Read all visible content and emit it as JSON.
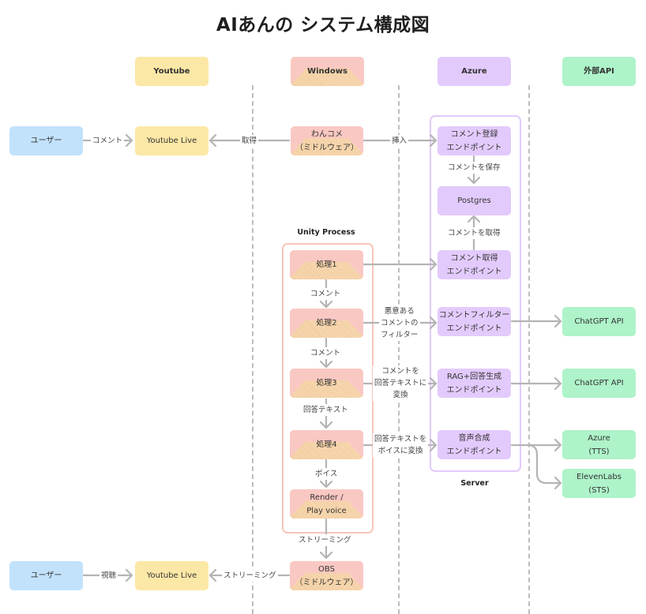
{
  "title": "AIあんの システム構成図",
  "columns": {
    "youtube": "Youtube",
    "windows": "Windows",
    "azure": "Azure",
    "external": "外部API"
  },
  "nodes": {
    "user_top": "ユーザー",
    "youtube_live_top": "Youtube Live",
    "wancome": "わんコメ\n（ミドルウェア）",
    "comment_register": "コメント登録\nエンドポイント",
    "postgres": "Postgres",
    "comment_fetch": "コメント取得\nエンドポイント",
    "comment_filter": "コメントフィルター\nエンドポイント",
    "rag_answer": "RAG+回答生成\nエンドポイント",
    "voice_synth": "音声合成\nエンドポイント",
    "process1": "処理1",
    "process2": "処理2",
    "process3": "処理3",
    "process4": "処理4",
    "render": "Render /\nPlay voice",
    "obs": "OBS\n（ミドルウェア）",
    "chatgpt_1": "ChatGPT API",
    "chatgpt_2": "ChatGPT API",
    "azure_tts": "Azure\n(TTS)",
    "elevenlabs": "ElevenLabs\n(STS)",
    "user_bottom": "ユーザー",
    "youtube_live_bottom": "Youtube Live"
  },
  "groups": {
    "unity": "Unity Process",
    "server": "Server"
  },
  "edges": {
    "comment": "コメント",
    "fetch": "取得",
    "insert": "挿入",
    "save_comment": "コメントを保存",
    "get_comment": "コメントを取得",
    "p1_p2": "コメント",
    "p2_p3": "コメント",
    "p3_p4": "回答テキスト",
    "p4_render": "ボイス",
    "render_obs": "ストリーミング",
    "filter": "悪意ある\nコメントの\nフィルター",
    "convert_answer": "コメントを\n回答テキストに\n変換",
    "convert_voice": "回答テキストを\nボイスに変換",
    "watch": "視聴",
    "streaming": "ストリーミング"
  },
  "colors": {
    "user": "#c2e2fc",
    "youtube": "#fce8a6",
    "windows": "#fac8c2",
    "azure": "#e3cafc",
    "external": "#aef3c9",
    "connector": "#b4b4b4"
  }
}
